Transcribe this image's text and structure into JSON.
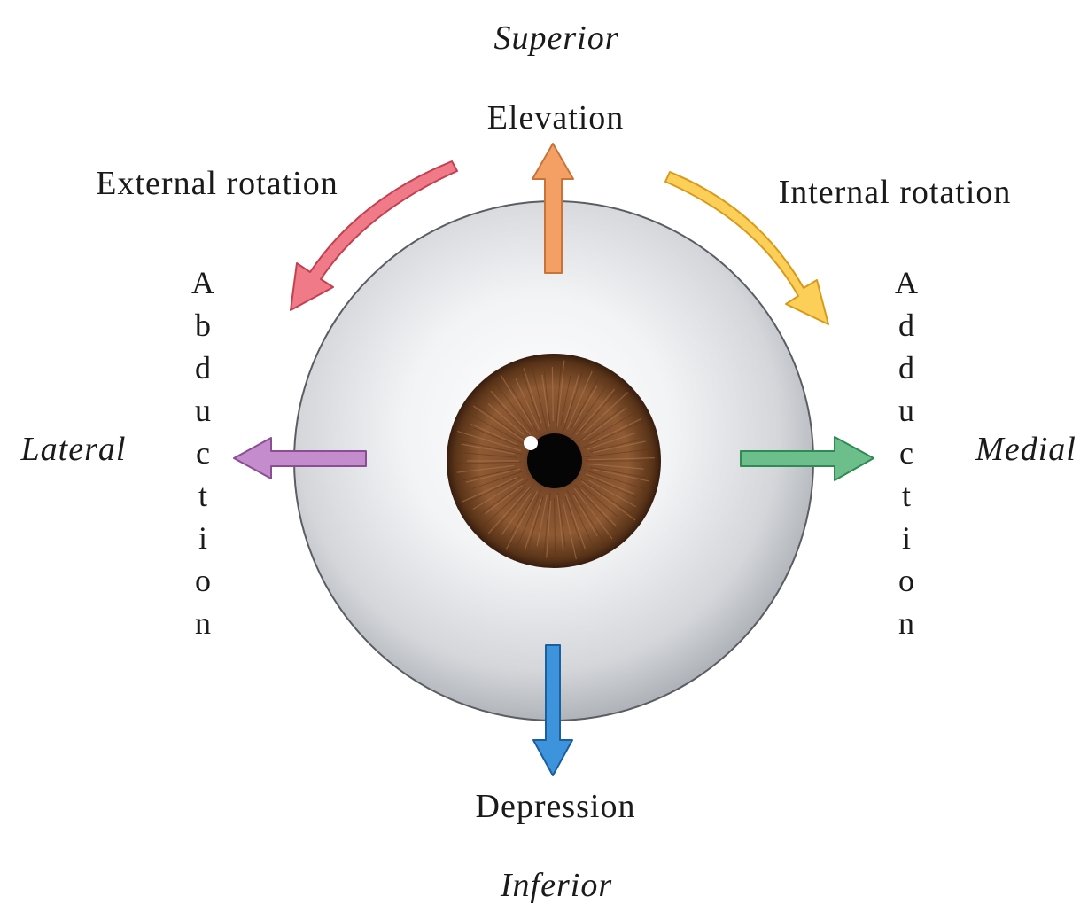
{
  "directions": {
    "superior": "Superior",
    "inferior": "Inferior",
    "lateral": "Lateral",
    "medial": "Medial"
  },
  "movements": {
    "elevation": "Elevation",
    "depression": "Depression",
    "external_rotation": "External rotation",
    "internal_rotation": "Internal rotation",
    "abduction": "Abduction",
    "adduction": "Adduction"
  },
  "colors": {
    "elevation": "#f4a064",
    "depression": "#3d94dc",
    "external_rotation": "#f07a88",
    "internal_rotation": "#fccf58",
    "abduction": "#c48ccc",
    "adduction": "#6cbe8a",
    "iris": "#7a4a2a",
    "sclera": "#e6e7ea"
  }
}
